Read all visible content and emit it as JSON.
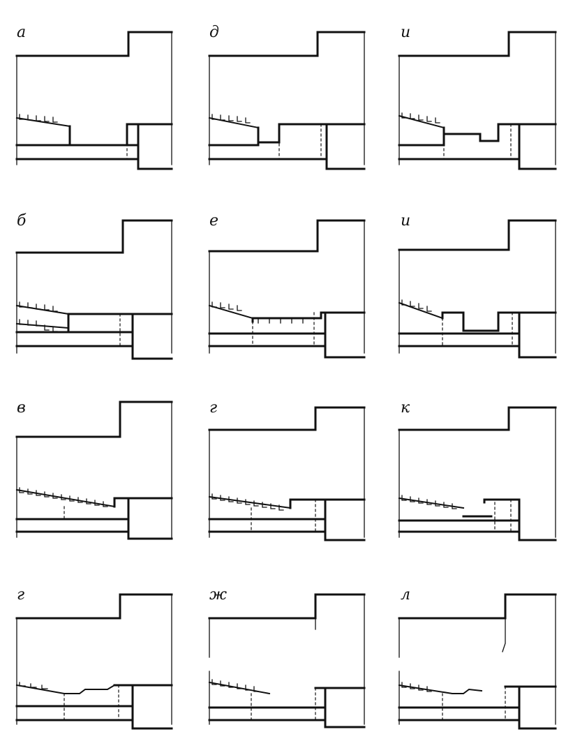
{
  "figure": {
    "panels": [
      {
        "id": "a",
        "label": "а",
        "workpiece": "plain",
        "step": "none",
        "partial": false
      },
      {
        "id": "d",
        "label": "д",
        "workpiece": "groove",
        "step": "none",
        "partial": false
      },
      {
        "id": "i1",
        "label": "и",
        "workpiece": "block",
        "step": "none",
        "partial": false
      },
      {
        "id": "b",
        "label": "б",
        "workpiece": "double-taper",
        "step": "none",
        "partial": false
      },
      {
        "id": "e",
        "label": "е",
        "workpiece": "ridged",
        "step": "none",
        "partial": false
      },
      {
        "id": "i2",
        "label": "и",
        "workpiece": "small-block",
        "step": "none",
        "partial": false
      },
      {
        "id": "v",
        "label": "в",
        "workpiece": "long-taper",
        "step": "raised",
        "partial": false
      },
      {
        "id": "g1",
        "label": "г",
        "workpiece": "long-taper",
        "step": "raised",
        "partial": false
      },
      {
        "id": "k",
        "label": "к",
        "workpiece": "taper-gap",
        "step": "short",
        "partial": false
      },
      {
        "id": "g2",
        "label": "г",
        "workpiece": "profile",
        "step": "raised",
        "partial": false
      },
      {
        "id": "zh",
        "label": "ж",
        "workpiece": "short-taper",
        "step": "raised",
        "partial": true
      },
      {
        "id": "l",
        "label": "л",
        "workpiece": "wavy",
        "step": "raised",
        "partial": true
      }
    ]
  }
}
